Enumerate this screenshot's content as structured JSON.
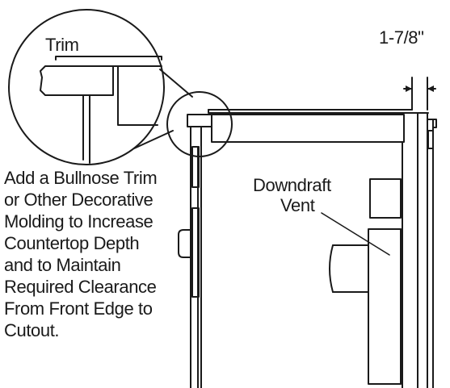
{
  "labels": {
    "trim": "Trim",
    "dimension": "1-7/8\"",
    "downdraft_line1": "Downdraft",
    "downdraft_line2": "Vent",
    "instruction_lines": [
      "Add a Bullnose Trim",
      "or Other Decorative",
      "Molding to Increase",
      "Countertop Depth",
      "and to Maintain",
      "Required Clearance",
      "From Front Edge to",
      "Cutout."
    ]
  },
  "colors": {
    "line": "#1a1a1a",
    "background": "#ffffff"
  }
}
